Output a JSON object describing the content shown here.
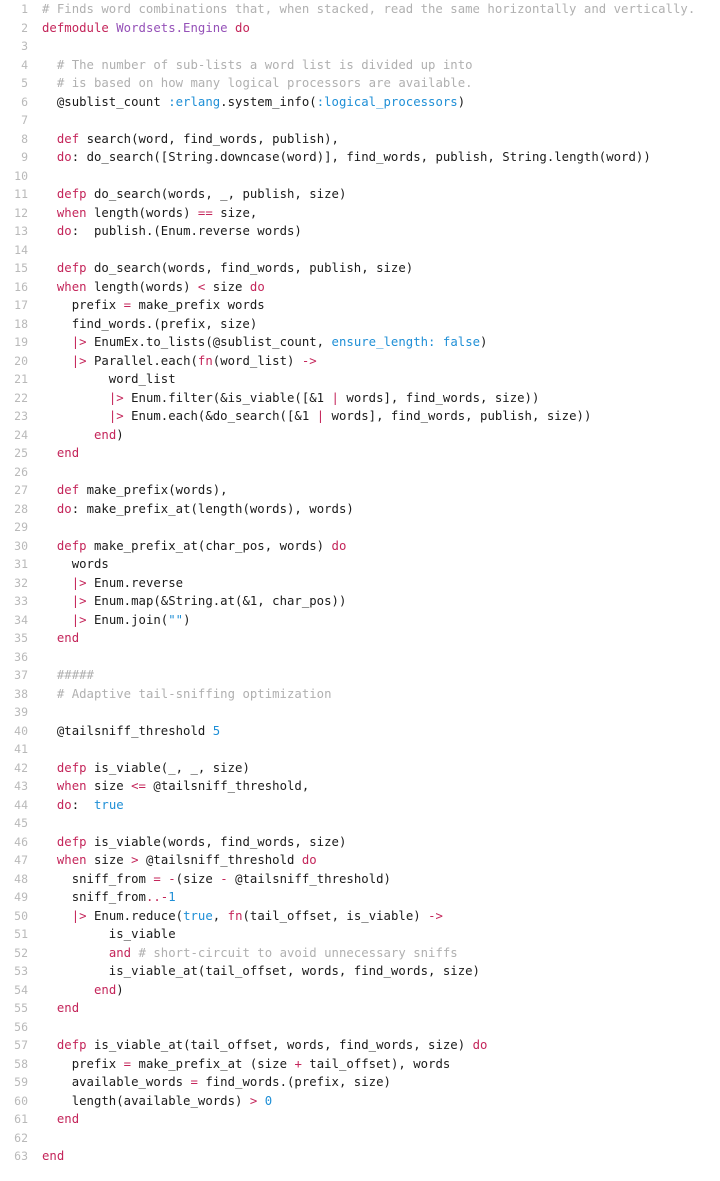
{
  "editor": {
    "language": "elixir",
    "first_line": 1,
    "last_line": 63,
    "total_lines": 63,
    "theme": {
      "background": "#ffffff",
      "text": "#1a1a1a",
      "gutter_text": "#b9b9b9",
      "gutter_rule": "#dcdcdc",
      "keyword": "#c4255a",
      "operator": "#c4255a",
      "module": "#9551b8",
      "atom": "#1f8fd6",
      "number": "#1f8fd6",
      "string": "#1f8fd6",
      "comment": "#b0b0b0"
    }
  },
  "lines": [
    {
      "n": "1",
      "tokens": [
        {
          "t": "cmt",
          "v": "# Finds word combinations that, when stacked, read the same horizontally and vertically."
        }
      ]
    },
    {
      "n": "2",
      "tokens": [
        {
          "t": "kw",
          "v": "defmodule"
        },
        {
          "t": "txt",
          "v": " "
        },
        {
          "t": "mod",
          "v": "Wordsets.Engine"
        },
        {
          "t": "txt",
          "v": " "
        },
        {
          "t": "kw",
          "v": "do"
        }
      ]
    },
    {
      "n": "3",
      "tokens": []
    },
    {
      "n": "4",
      "tokens": [
        {
          "t": "txt",
          "v": "  "
        },
        {
          "t": "cmt",
          "v": "# The number of sub-lists a word list is divided up into"
        }
      ]
    },
    {
      "n": "5",
      "tokens": [
        {
          "t": "txt",
          "v": "  "
        },
        {
          "t": "cmt",
          "v": "# is based on how many logical processors are available."
        }
      ]
    },
    {
      "n": "6",
      "tokens": [
        {
          "t": "txt",
          "v": "  @sublist_count "
        },
        {
          "t": "atom",
          "v": ":erlang"
        },
        {
          "t": "txt",
          "v": ".system_info("
        },
        {
          "t": "atom",
          "v": ":logical_processors"
        },
        {
          "t": "txt",
          "v": ")"
        }
      ]
    },
    {
      "n": "7",
      "tokens": []
    },
    {
      "n": "8",
      "tokens": [
        {
          "t": "txt",
          "v": "  "
        },
        {
          "t": "kw",
          "v": "def"
        },
        {
          "t": "txt",
          "v": " search(word, find_words, publish),"
        }
      ]
    },
    {
      "n": "9",
      "tokens": [
        {
          "t": "txt",
          "v": "  "
        },
        {
          "t": "kw",
          "v": "do"
        },
        {
          "t": "txt",
          "v": ": do_search([String.downcase(word)], find_words, publish, String.length(word))"
        }
      ]
    },
    {
      "n": "10",
      "tokens": []
    },
    {
      "n": "11",
      "tokens": [
        {
          "t": "txt",
          "v": "  "
        },
        {
          "t": "kw",
          "v": "defp"
        },
        {
          "t": "txt",
          "v": " do_search(words, _, publish, size)"
        }
      ]
    },
    {
      "n": "12",
      "tokens": [
        {
          "t": "txt",
          "v": "  "
        },
        {
          "t": "kw",
          "v": "when"
        },
        {
          "t": "txt",
          "v": " length(words) "
        },
        {
          "t": "op",
          "v": "=="
        },
        {
          "t": "txt",
          "v": " size,"
        }
      ]
    },
    {
      "n": "13",
      "tokens": [
        {
          "t": "txt",
          "v": "  "
        },
        {
          "t": "kw",
          "v": "do"
        },
        {
          "t": "txt",
          "v": ":  publish.(Enum.reverse words)"
        }
      ]
    },
    {
      "n": "14",
      "tokens": []
    },
    {
      "n": "15",
      "tokens": [
        {
          "t": "txt",
          "v": "  "
        },
        {
          "t": "kw",
          "v": "defp"
        },
        {
          "t": "txt",
          "v": " do_search(words, find_words, publish, size)"
        }
      ]
    },
    {
      "n": "16",
      "tokens": [
        {
          "t": "txt",
          "v": "  "
        },
        {
          "t": "kw",
          "v": "when"
        },
        {
          "t": "txt",
          "v": " length(words) "
        },
        {
          "t": "op",
          "v": "<"
        },
        {
          "t": "txt",
          "v": " size "
        },
        {
          "t": "kw",
          "v": "do"
        }
      ]
    },
    {
      "n": "17",
      "tokens": [
        {
          "t": "txt",
          "v": "    prefix "
        },
        {
          "t": "op",
          "v": "="
        },
        {
          "t": "txt",
          "v": " make_prefix words"
        }
      ]
    },
    {
      "n": "18",
      "tokens": [
        {
          "t": "txt",
          "v": "    find_words.(prefix, size)"
        }
      ]
    },
    {
      "n": "19",
      "tokens": [
        {
          "t": "txt",
          "v": "    "
        },
        {
          "t": "op",
          "v": "|>"
        },
        {
          "t": "txt",
          "v": " EnumEx.to_lists(@sublist_count, "
        },
        {
          "t": "atom",
          "v": "ensure_length:"
        },
        {
          "t": "txt",
          "v": " "
        },
        {
          "t": "atom",
          "v": "false"
        },
        {
          "t": "txt",
          "v": ")"
        }
      ]
    },
    {
      "n": "20",
      "tokens": [
        {
          "t": "txt",
          "v": "    "
        },
        {
          "t": "op",
          "v": "|>"
        },
        {
          "t": "txt",
          "v": " Parallel.each("
        },
        {
          "t": "kw",
          "v": "fn"
        },
        {
          "t": "txt",
          "v": "(word_list) "
        },
        {
          "t": "op",
          "v": "->"
        }
      ]
    },
    {
      "n": "21",
      "tokens": [
        {
          "t": "txt",
          "v": "         word_list"
        }
      ]
    },
    {
      "n": "22",
      "tokens": [
        {
          "t": "txt",
          "v": "         "
        },
        {
          "t": "op",
          "v": "|>"
        },
        {
          "t": "txt",
          "v": " Enum.filter(&is_viable([&1 "
        },
        {
          "t": "op",
          "v": "|"
        },
        {
          "t": "txt",
          "v": " words], find_words, size))"
        }
      ]
    },
    {
      "n": "23",
      "tokens": [
        {
          "t": "txt",
          "v": "         "
        },
        {
          "t": "op",
          "v": "|>"
        },
        {
          "t": "txt",
          "v": " Enum.each(&do_search([&1 "
        },
        {
          "t": "op",
          "v": "|"
        },
        {
          "t": "txt",
          "v": " words], find_words, publish, size))"
        }
      ]
    },
    {
      "n": "24",
      "tokens": [
        {
          "t": "txt",
          "v": "       "
        },
        {
          "t": "kw",
          "v": "end"
        },
        {
          "t": "txt",
          "v": ")"
        }
      ]
    },
    {
      "n": "25",
      "tokens": [
        {
          "t": "txt",
          "v": "  "
        },
        {
          "t": "kw",
          "v": "end"
        }
      ]
    },
    {
      "n": "26",
      "tokens": []
    },
    {
      "n": "27",
      "tokens": [
        {
          "t": "txt",
          "v": "  "
        },
        {
          "t": "kw",
          "v": "def"
        },
        {
          "t": "txt",
          "v": " make_prefix(words),"
        }
      ]
    },
    {
      "n": "28",
      "tokens": [
        {
          "t": "txt",
          "v": "  "
        },
        {
          "t": "kw",
          "v": "do"
        },
        {
          "t": "txt",
          "v": ": make_prefix_at(length(words), words)"
        }
      ]
    },
    {
      "n": "29",
      "tokens": []
    },
    {
      "n": "30",
      "tokens": [
        {
          "t": "txt",
          "v": "  "
        },
        {
          "t": "kw",
          "v": "defp"
        },
        {
          "t": "txt",
          "v": " make_prefix_at(char_pos, words) "
        },
        {
          "t": "kw",
          "v": "do"
        }
      ]
    },
    {
      "n": "31",
      "tokens": [
        {
          "t": "txt",
          "v": "    words"
        }
      ]
    },
    {
      "n": "32",
      "tokens": [
        {
          "t": "txt",
          "v": "    "
        },
        {
          "t": "op",
          "v": "|>"
        },
        {
          "t": "txt",
          "v": " Enum.reverse"
        }
      ]
    },
    {
      "n": "33",
      "tokens": [
        {
          "t": "txt",
          "v": "    "
        },
        {
          "t": "op",
          "v": "|>"
        },
        {
          "t": "txt",
          "v": " Enum.map(&String.at(&1, char_pos))"
        }
      ]
    },
    {
      "n": "34",
      "tokens": [
        {
          "t": "txt",
          "v": "    "
        },
        {
          "t": "op",
          "v": "|>"
        },
        {
          "t": "txt",
          "v": " Enum.join("
        },
        {
          "t": "str",
          "v": "\"\""
        },
        {
          "t": "txt",
          "v": ")"
        }
      ]
    },
    {
      "n": "35",
      "tokens": [
        {
          "t": "txt",
          "v": "  "
        },
        {
          "t": "kw",
          "v": "end"
        }
      ]
    },
    {
      "n": "36",
      "tokens": []
    },
    {
      "n": "37",
      "tokens": [
        {
          "t": "txt",
          "v": "  "
        },
        {
          "t": "cmt",
          "v": "#####"
        }
      ]
    },
    {
      "n": "38",
      "tokens": [
        {
          "t": "txt",
          "v": "  "
        },
        {
          "t": "cmt",
          "v": "# Adaptive tail-sniffing optimization"
        }
      ]
    },
    {
      "n": "39",
      "tokens": []
    },
    {
      "n": "40",
      "tokens": [
        {
          "t": "txt",
          "v": "  @tailsniff_threshold "
        },
        {
          "t": "num",
          "v": "5"
        }
      ]
    },
    {
      "n": "41",
      "tokens": []
    },
    {
      "n": "42",
      "tokens": [
        {
          "t": "txt",
          "v": "  "
        },
        {
          "t": "kw",
          "v": "defp"
        },
        {
          "t": "txt",
          "v": " is_viable(_, _, size)"
        }
      ]
    },
    {
      "n": "43",
      "tokens": [
        {
          "t": "txt",
          "v": "  "
        },
        {
          "t": "kw",
          "v": "when"
        },
        {
          "t": "txt",
          "v": " size "
        },
        {
          "t": "op",
          "v": "<="
        },
        {
          "t": "txt",
          "v": " @tailsniff_threshold,"
        }
      ]
    },
    {
      "n": "44",
      "tokens": [
        {
          "t": "txt",
          "v": "  "
        },
        {
          "t": "kw",
          "v": "do"
        },
        {
          "t": "txt",
          "v": ":  "
        },
        {
          "t": "atom",
          "v": "true"
        }
      ]
    },
    {
      "n": "45",
      "tokens": []
    },
    {
      "n": "46",
      "tokens": [
        {
          "t": "txt",
          "v": "  "
        },
        {
          "t": "kw",
          "v": "defp"
        },
        {
          "t": "txt",
          "v": " is_viable(words, find_words, size)"
        }
      ]
    },
    {
      "n": "47",
      "tokens": [
        {
          "t": "txt",
          "v": "  "
        },
        {
          "t": "kw",
          "v": "when"
        },
        {
          "t": "txt",
          "v": " size "
        },
        {
          "t": "op",
          "v": ">"
        },
        {
          "t": "txt",
          "v": " @tailsniff_threshold "
        },
        {
          "t": "kw",
          "v": "do"
        }
      ]
    },
    {
      "n": "48",
      "tokens": [
        {
          "t": "txt",
          "v": "    sniff_from "
        },
        {
          "t": "op",
          "v": "="
        },
        {
          "t": "txt",
          "v": " "
        },
        {
          "t": "op",
          "v": "-"
        },
        {
          "t": "txt",
          "v": "(size "
        },
        {
          "t": "op",
          "v": "-"
        },
        {
          "t": "txt",
          "v": " @tailsniff_threshold)"
        }
      ]
    },
    {
      "n": "49",
      "tokens": [
        {
          "t": "txt",
          "v": "    sniff_from"
        },
        {
          "t": "op",
          "v": ".."
        },
        {
          "t": "op",
          "v": "-"
        },
        {
          "t": "num",
          "v": "1"
        }
      ]
    },
    {
      "n": "50",
      "tokens": [
        {
          "t": "txt",
          "v": "    "
        },
        {
          "t": "op",
          "v": "|>"
        },
        {
          "t": "txt",
          "v": " Enum.reduce("
        },
        {
          "t": "atom",
          "v": "true"
        },
        {
          "t": "txt",
          "v": ", "
        },
        {
          "t": "kw",
          "v": "fn"
        },
        {
          "t": "txt",
          "v": "(tail_offset, is_viable) "
        },
        {
          "t": "op",
          "v": "->"
        }
      ]
    },
    {
      "n": "51",
      "tokens": [
        {
          "t": "txt",
          "v": "         is_viable"
        }
      ]
    },
    {
      "n": "52",
      "tokens": [
        {
          "t": "txt",
          "v": "         "
        },
        {
          "t": "kw",
          "v": "and"
        },
        {
          "t": "txt",
          "v": " "
        },
        {
          "t": "cmt",
          "v": "# short-circuit to avoid unnecessary sniffs"
        }
      ]
    },
    {
      "n": "53",
      "tokens": [
        {
          "t": "txt",
          "v": "         is_viable_at(tail_offset, words, find_words, size)"
        }
      ]
    },
    {
      "n": "54",
      "tokens": [
        {
          "t": "txt",
          "v": "       "
        },
        {
          "t": "kw",
          "v": "end"
        },
        {
          "t": "txt",
          "v": ")"
        }
      ]
    },
    {
      "n": "55",
      "tokens": [
        {
          "t": "txt",
          "v": "  "
        },
        {
          "t": "kw",
          "v": "end"
        }
      ]
    },
    {
      "n": "56",
      "tokens": []
    },
    {
      "n": "57",
      "tokens": [
        {
          "t": "txt",
          "v": "  "
        },
        {
          "t": "kw",
          "v": "defp"
        },
        {
          "t": "txt",
          "v": " is_viable_at(tail_offset, words, find_words, size) "
        },
        {
          "t": "kw",
          "v": "do"
        }
      ]
    },
    {
      "n": "58",
      "tokens": [
        {
          "t": "txt",
          "v": "    prefix "
        },
        {
          "t": "op",
          "v": "="
        },
        {
          "t": "txt",
          "v": " make_prefix_at (size "
        },
        {
          "t": "op",
          "v": "+"
        },
        {
          "t": "txt",
          "v": " tail_offset), words"
        }
      ]
    },
    {
      "n": "59",
      "tokens": [
        {
          "t": "txt",
          "v": "    available_words "
        },
        {
          "t": "op",
          "v": "="
        },
        {
          "t": "txt",
          "v": " find_words.(prefix, size)"
        }
      ]
    },
    {
      "n": "60",
      "tokens": [
        {
          "t": "txt",
          "v": "    length(available_words) "
        },
        {
          "t": "op",
          "v": ">"
        },
        {
          "t": "txt",
          "v": " "
        },
        {
          "t": "num",
          "v": "0"
        }
      ]
    },
    {
      "n": "61",
      "tokens": [
        {
          "t": "txt",
          "v": "  "
        },
        {
          "t": "kw",
          "v": "end"
        }
      ]
    },
    {
      "n": "62",
      "tokens": []
    },
    {
      "n": "63",
      "tokens": [
        {
          "t": "kw",
          "v": "end"
        }
      ]
    }
  ]
}
